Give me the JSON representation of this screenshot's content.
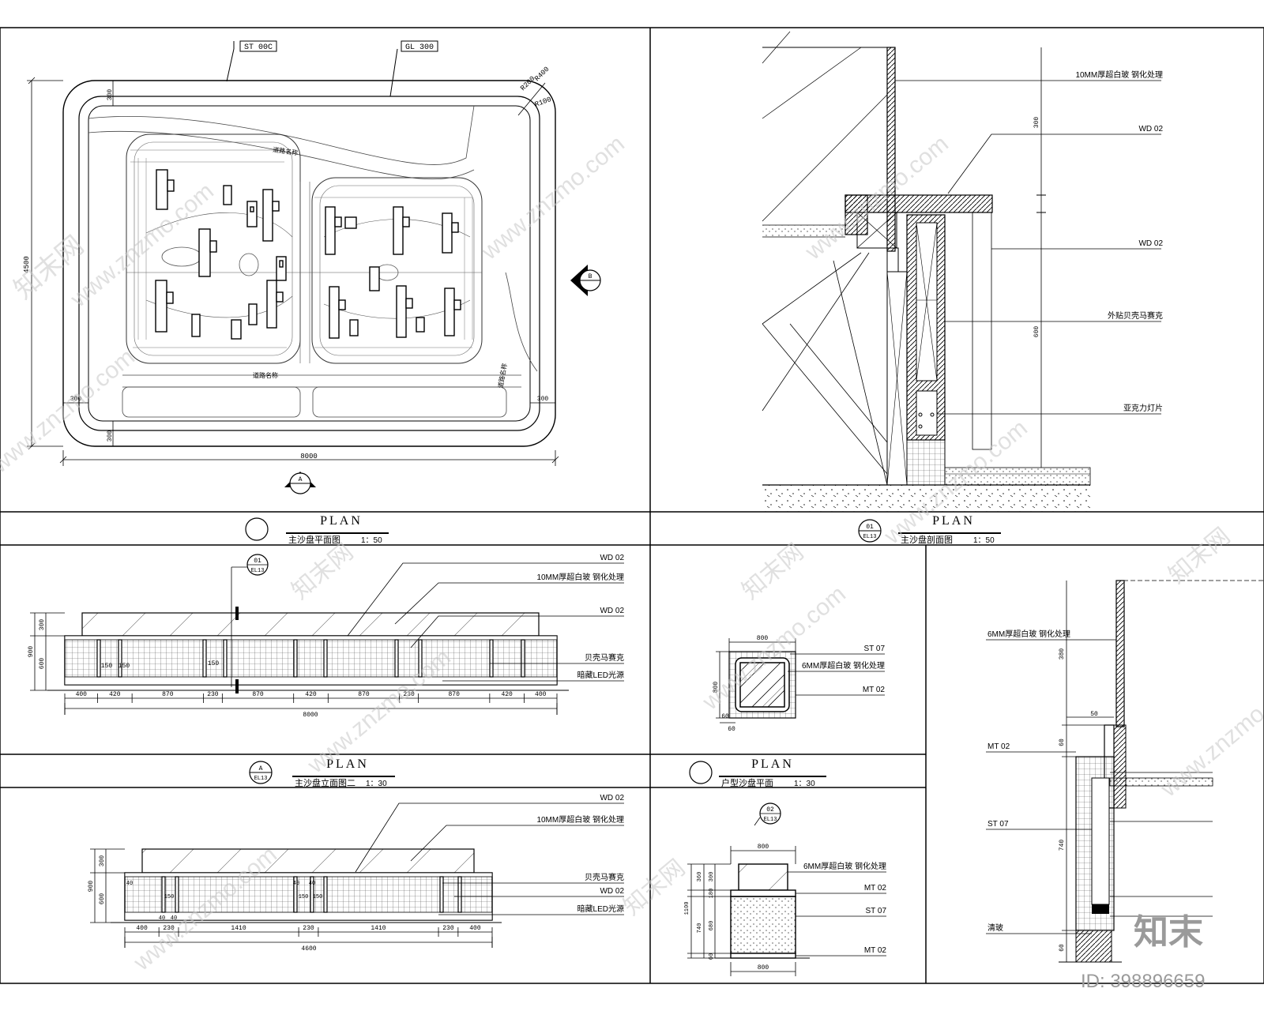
{
  "frames": {
    "site_plan": {
      "tags": [
        "ST 00C",
        "GL 300"
      ],
      "radius_labels": [
        "R200",
        "R400",
        "R100"
      ],
      "dims": {
        "total_height": "4500",
        "total_width": "8000",
        "edge": "300"
      },
      "road_labels": [
        "道路名称",
        "道路名称",
        "道路名称"
      ],
      "section_marker": "B",
      "elevation_marker": "A"
    },
    "section_1": {
      "callouts": [
        "10MM厚超白玻 钢化处理",
        "WD 02",
        "WD 02",
        "外贴贝壳马赛克",
        "亚克力灯片"
      ],
      "dims": [
        "300",
        "600"
      ]
    },
    "elevation_a": {
      "marker": {
        "top": "01",
        "bottom": "EL13"
      },
      "callouts": [
        "WD 02",
        "10MM厚超白玻 钢化处理",
        "WD 02",
        "贝壳马赛克",
        "暗藏LED光源"
      ],
      "vertical_dims": [
        "300",
        "900",
        "600"
      ],
      "small_dims": [
        "150",
        "150",
        "150"
      ],
      "bottom_dims": [
        "400",
        "420",
        "870",
        "230",
        "870",
        "420",
        "870",
        "230",
        "870",
        "420",
        "400"
      ],
      "total": "8000"
    },
    "plan_sofa": {
      "width": "800",
      "height": "800",
      "edge": "60",
      "edge2": "60",
      "callouts": [
        "ST 07",
        "6MM厚超白玻 钢化处理",
        "MT 02"
      ]
    },
    "section_2": {
      "callouts": [
        "6MM厚超白玻 钢化处理",
        "MT 02",
        "ST 07",
        "清玻"
      ],
      "dims": [
        "50",
        "380",
        "60",
        "740",
        "60"
      ]
    },
    "elevation_b": {
      "callouts": [
        "WD 02",
        "10MM厚超白玻 钢化处理",
        "贝壳马赛克",
        "WD 02",
        "暗藏LED光源"
      ],
      "vertical_dims": [
        "300",
        "900",
        "600"
      ],
      "small_dims": [
        "40",
        "40",
        "40",
        "150",
        "150",
        "150",
        "40",
        "40"
      ],
      "bottom_dims": [
        "400",
        "230",
        "1410",
        "230",
        "1410",
        "230",
        "400"
      ],
      "total": "4600"
    },
    "elev_sofa": {
      "marker": {
        "top": "02",
        "bottom": "EL13"
      },
      "width": "800",
      "bottom_width": "800",
      "callouts": [
        "6MM厚超白玻 钢化处理",
        "MT 02",
        "ST 07",
        "MT 02"
      ],
      "dims": [
        "360",
        "300",
        "1100",
        "180",
        "740",
        "680",
        "60"
      ]
    }
  },
  "titles": [
    {
      "plan": "PLAN",
      "text": "主沙盘平面图",
      "scale": "1：50",
      "marker_top": "",
      "marker_bottom": ""
    },
    {
      "plan": "PLAN",
      "text": "主沙盘剖面图",
      "scale": "1：50",
      "marker_top": "01",
      "marker_bottom": "EL13"
    },
    {
      "plan": "PLAN",
      "text": "主沙盘立面图二",
      "scale": "1：30",
      "marker_top": "A",
      "marker_bottom": "EL13"
    },
    {
      "plan": "PLAN",
      "text": "户型沙盘平面",
      "scale": "1：30",
      "marker_top": "",
      "marker_bottom": ""
    }
  ],
  "watermark": {
    "site": "www.znzmo.com",
    "cn": "知末网"
  },
  "brand": {
    "logo": "知末",
    "id": "ID: 398896659"
  }
}
